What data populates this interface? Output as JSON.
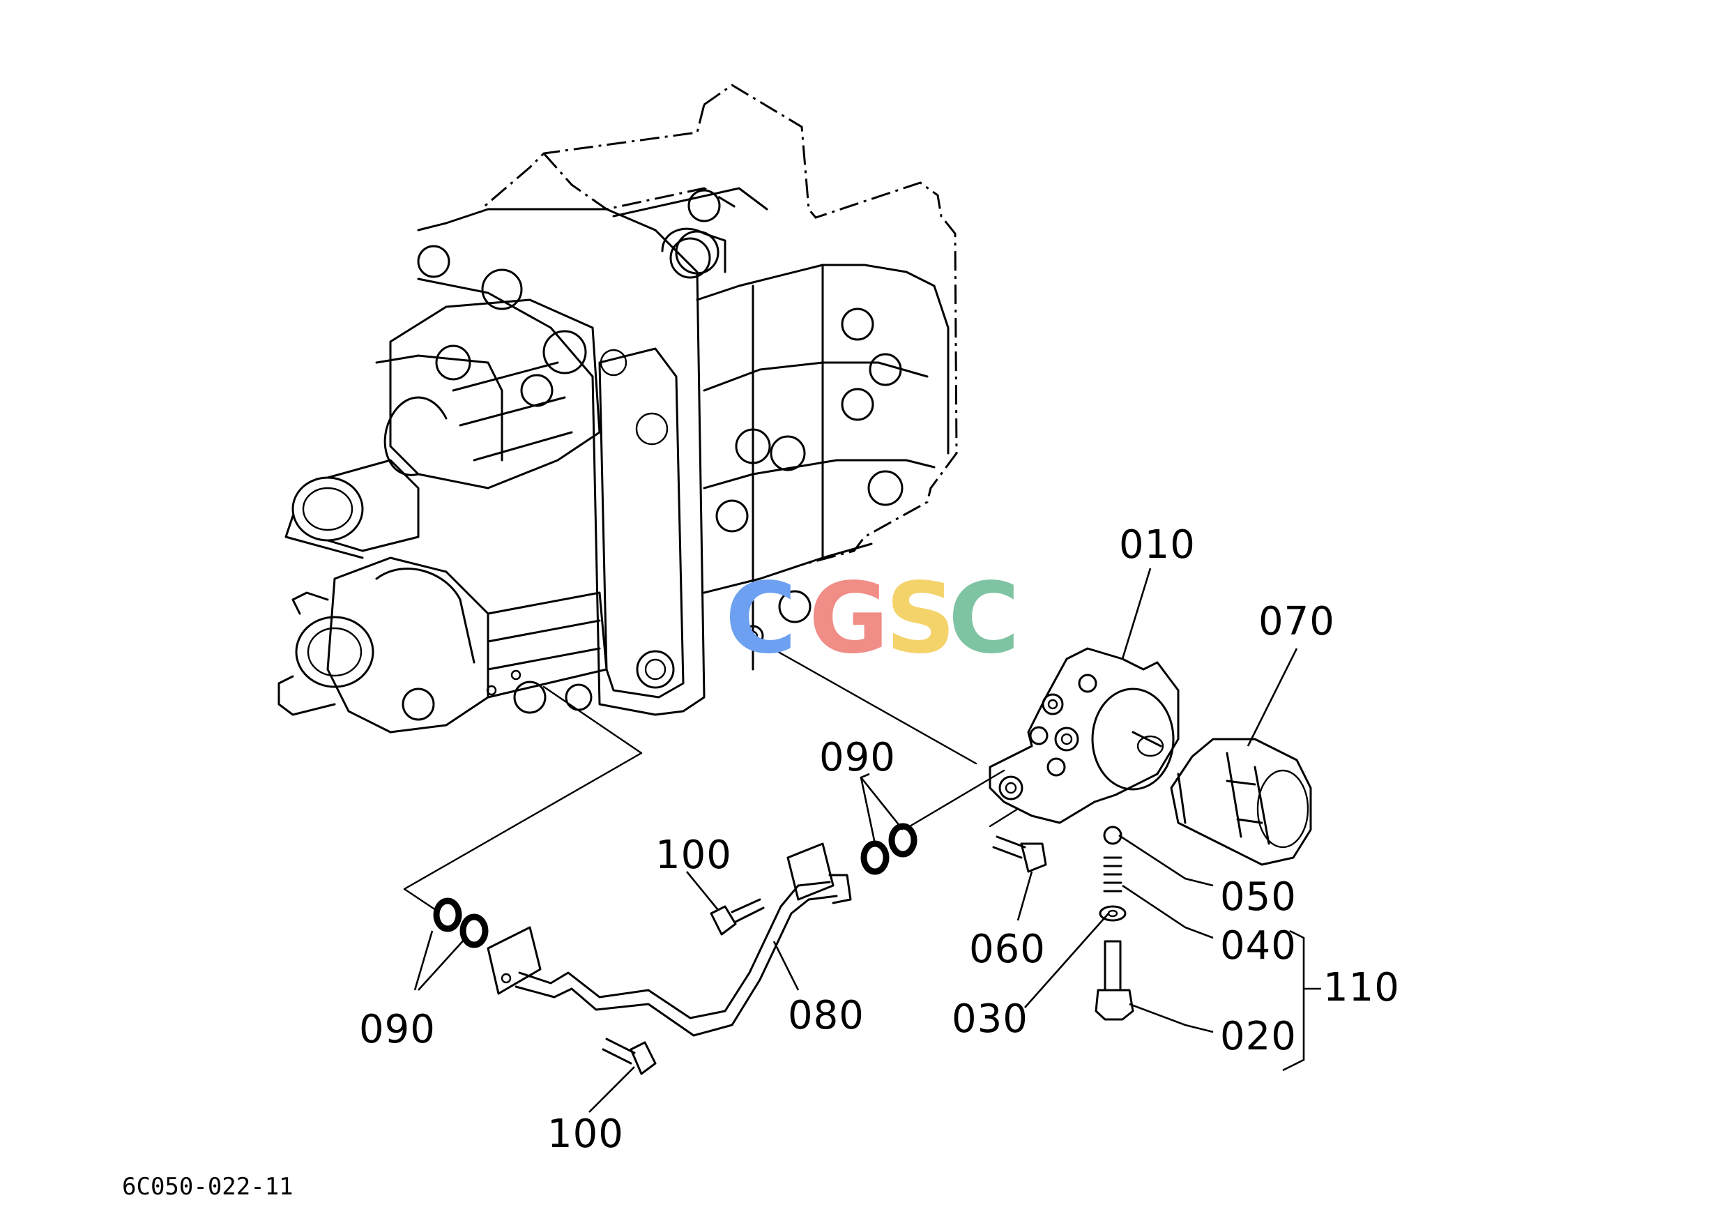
{
  "diagram_code": "6C050-022-11",
  "watermark": {
    "letters": [
      "C",
      "G",
      "S",
      "C"
    ],
    "colors": [
      "#6ea0f2",
      "#ef8d86",
      "#f4d36b",
      "#7fc4a2"
    ]
  },
  "parts": {
    "p010": "010",
    "p070": "070",
    "p090_upper": "090",
    "p090_lower": "090",
    "p100_upper": "100",
    "p100_lower": "100",
    "p080": "080",
    "p060": "060",
    "p050": "050",
    "p040": "040",
    "p030": "030",
    "p020": "020",
    "p110": "110"
  }
}
